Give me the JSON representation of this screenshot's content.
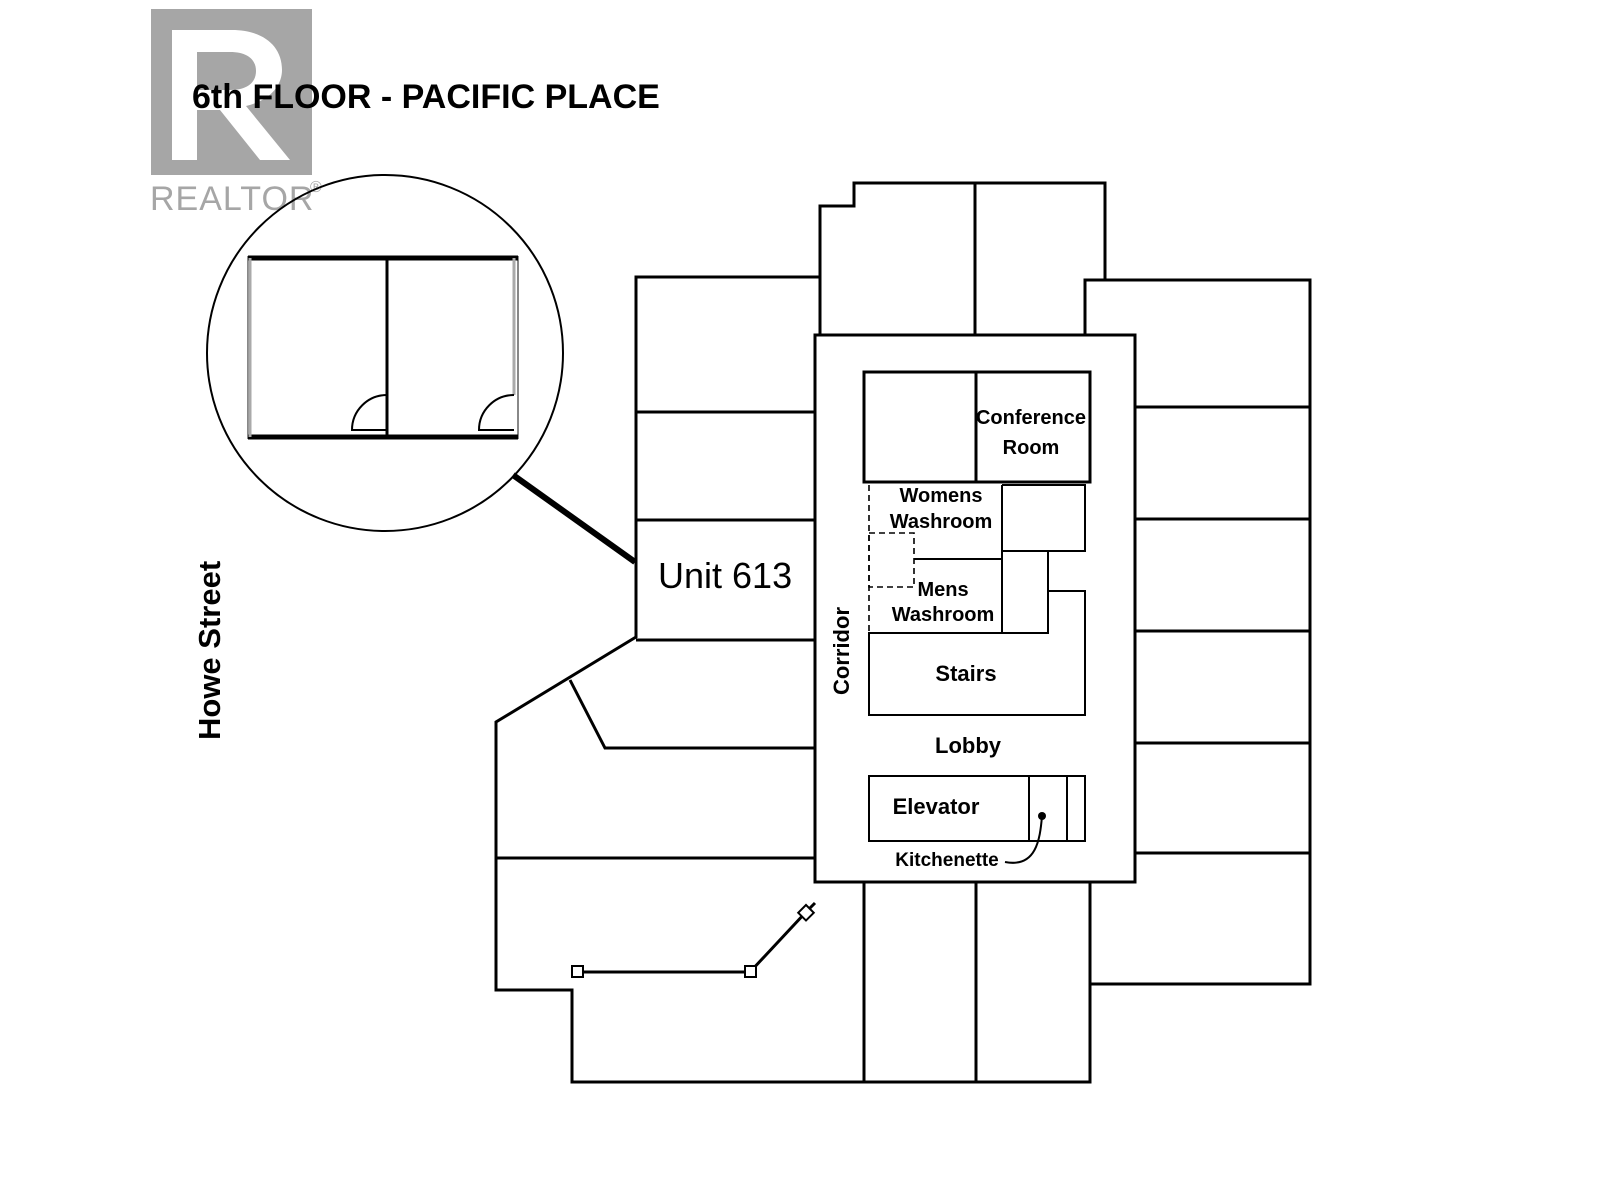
{
  "title": "6th FLOOR - PACIFIC PLACE",
  "logo": {
    "text": "REALTOR",
    "mark": "®",
    "color": "#a6a6a6",
    "icon": "realtor-r-icon"
  },
  "street": "Howe Street",
  "unit": "Unit 613",
  "rooms": {
    "conference_line1": "Conference",
    "conference_line2": "Room",
    "womens_line1": "Womens",
    "womens_line2": "Washroom",
    "mens_line1": "Mens",
    "mens_line2": "Washroom",
    "stairs": "Stairs",
    "lobby": "Lobby",
    "elevator": "Elevator",
    "kitchenette": "Kitchenette",
    "corridor": "Corridor"
  },
  "colors": {
    "walls": "#000000",
    "background": "#ffffff",
    "logo_gray": "#a6a6a6"
  }
}
